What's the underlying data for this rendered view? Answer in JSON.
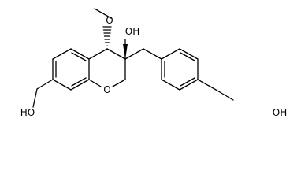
{
  "labels": {
    "hydroxyl_left": "HO",
    "hydroxyl_c3": "OH",
    "ring_oxygen": "O",
    "hydroxyl_right": "OH"
  }
}
